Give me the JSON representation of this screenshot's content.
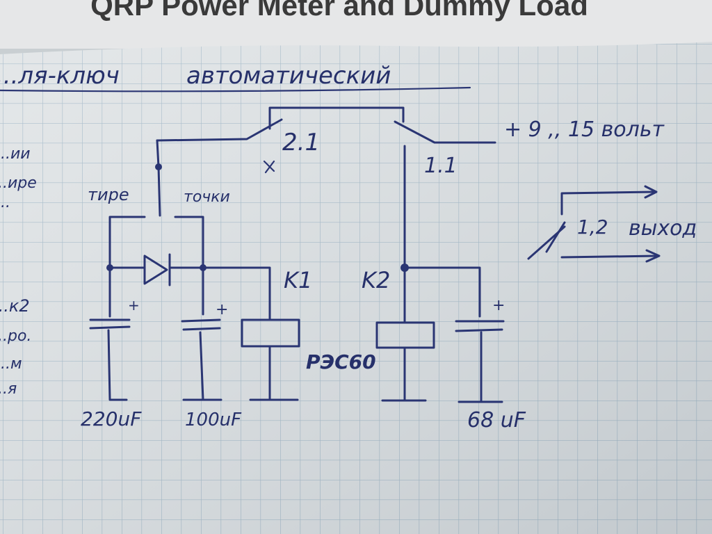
{
  "header": {
    "title": "QRP Power Meter and Dummy Load"
  },
  "heading": {
    "left": "...ля-ключ",
    "right": "автоматический"
  },
  "labels": {
    "supply": "+ 9 ,, 15 вольт",
    "contact_2_1": "2.1",
    "contact_1_1": "1.1",
    "contact_1_2": "1,2",
    "output": "выход",
    "dash": "тире",
    "dot": "точки",
    "relay_k1": "K1",
    "relay_k2": "K2",
    "relay_type": "РЭС60",
    "cap_1": "220uF",
    "cap_2": "100uF",
    "cap_3": "68 uF",
    "plus": "+"
  },
  "margin_notes": [
    "...ии",
    "...ире",
    "...",
    "...к2",
    "...ро.",
    "...м",
    "...я"
  ],
  "colors": {
    "paper": "#dfe3e5",
    "grid": "#9fb6c6",
    "ink": "#2a3573",
    "print": "#3a3a3a"
  }
}
